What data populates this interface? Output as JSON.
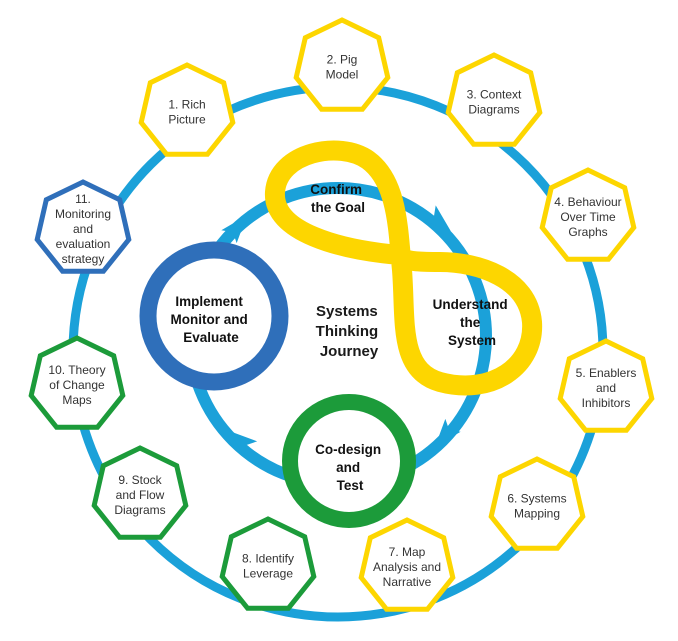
{
  "colors": {
    "yellow": "#FDD600",
    "blue": "#2F6FBA",
    "green": "#1C9B3A",
    "ring": "#1BA1D9",
    "text": "#333333"
  },
  "center_title": [
    "Systems",
    "Thinking",
    "Journey"
  ],
  "phases": {
    "confirm": [
      "Confirm",
      "the Goal"
    ],
    "understand": [
      "Understand",
      "the",
      "System"
    ],
    "codesign": [
      "Co-design",
      "and",
      "Test"
    ],
    "implement": [
      "Implement",
      "Monitor and",
      "Evaluate"
    ]
  },
  "tools": [
    {
      "lines": [
        "1. Rich",
        "Picture"
      ],
      "color": "yellow"
    },
    {
      "lines": [
        "2. Pig",
        "Model"
      ],
      "color": "yellow"
    },
    {
      "lines": [
        "3. Context",
        "Diagrams"
      ],
      "color": "yellow"
    },
    {
      "lines": [
        "4. Behaviour",
        "Over Time",
        "Graphs"
      ],
      "color": "yellow"
    },
    {
      "lines": [
        "5. Enablers",
        "and",
        "Inhibitors"
      ],
      "color": "yellow"
    },
    {
      "lines": [
        "6. Systems",
        "Mapping"
      ],
      "color": "yellow"
    },
    {
      "lines": [
        "7. Map",
        "Analysis and",
        "Narrative"
      ],
      "color": "yellow"
    },
    {
      "lines": [
        "8. Identify",
        "Leverage"
      ],
      "color": "green"
    },
    {
      "lines": [
        "9. Stock",
        "and Flow",
        "Diagrams"
      ],
      "color": "green"
    },
    {
      "lines": [
        "10. Theory",
        "of Change",
        "Maps"
      ],
      "color": "green"
    },
    {
      "lines": [
        "11.",
        "Monitoring",
        "and",
        "evaluation",
        "strategy"
      ],
      "color": "blue"
    }
  ]
}
